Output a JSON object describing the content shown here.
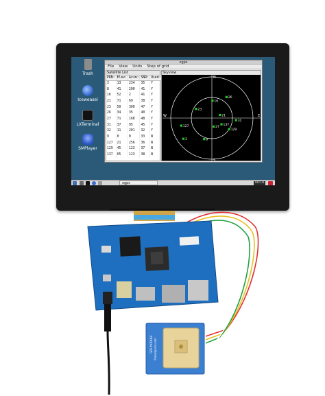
{
  "desktop": {
    "icons": [
      {
        "label": "Trash",
        "icon": "trash-icon",
        "color": "#8c8c8c"
      },
      {
        "label": "Iceweasel",
        "icon": "iceweasel-icon",
        "color": "#3b6fd0"
      },
      {
        "label": "LXTerminal",
        "icon": "terminal-icon",
        "color": "#111111"
      },
      {
        "label": "SMPlayer",
        "icon": "smplayer-icon",
        "color": "#2a55c0"
      }
    ]
  },
  "window": {
    "title": "xgps",
    "menu": [
      "File",
      "View",
      "Units",
      "Step of grid"
    ],
    "satellite_panel": {
      "header": "Satellite List",
      "columns": [
        "PRN:",
        "Elev:",
        "Azim:",
        "SNR:",
        "Used:"
      ],
      "rows": [
        [
          "3",
          "13",
          "234",
          "35",
          "Y"
        ],
        [
          "8",
          "41",
          "200",
          "41",
          "Y"
        ],
        [
          "16",
          "52",
          "2",
          "41",
          "Y"
        ],
        [
          "21",
          "71",
          "69",
          "38",
          "Y"
        ],
        [
          "23",
          "50",
          "300",
          "47",
          "Y"
        ],
        [
          "26",
          "34",
          "35",
          "40",
          "Y"
        ],
        [
          "27",
          "71",
          "168",
          "48",
          "Y"
        ],
        [
          "31",
          "37",
          "95",
          "45",
          "Y"
        ],
        [
          "32",
          "11",
          "201",
          "32",
          "Y"
        ],
        [
          "9",
          "0",
          "0",
          "33",
          "N"
        ],
        [
          "127",
          "21",
          "256",
          "36",
          "N"
        ],
        [
          "129",
          "45",
          "123",
          "37",
          "N"
        ],
        [
          "137",
          "65",
          "123",
          "38",
          "N"
        ]
      ]
    },
    "sky_panel": {
      "header": "Skyview",
      "labels": {
        "n": "N",
        "s": "S",
        "e": "E",
        "w": "W"
      },
      "satellite_color": "#22cc22",
      "satellites": [
        {
          "prn": "16",
          "elev": 52,
          "azim": 2
        },
        {
          "prn": "21",
          "elev": 71,
          "azim": 69
        },
        {
          "prn": "23",
          "elev": 50,
          "azim": 300
        },
        {
          "prn": "26",
          "elev": 34,
          "azim": 35
        },
        {
          "prn": "27",
          "elev": 71,
          "azim": 168
        },
        {
          "prn": "31",
          "elev": 37,
          "azim": 95
        },
        {
          "prn": "8",
          "elev": 41,
          "azim": 200
        },
        {
          "prn": "127",
          "elev": 21,
          "azim": 256
        },
        {
          "prn": "129",
          "elev": 45,
          "azim": 123
        },
        {
          "prn": "137",
          "elev": 65,
          "azim": 123
        },
        {
          "prn": "3",
          "elev": 13,
          "azim": 234
        }
      ]
    }
  },
  "taskbar": {
    "task_label": "xgps",
    "clock": "00:18"
  },
  "colors": {
    "desktop_bg": "#2a5a78",
    "bezel": "#1a1a1b",
    "pcb_blue": "#1f6fc0",
    "gps_module": "#3a7fd0",
    "antenna": "#e8d49a"
  },
  "hardware": {
    "gps_label_1": "GPS MODULE",
    "gps_label_2": "friendlyarm.com"
  }
}
